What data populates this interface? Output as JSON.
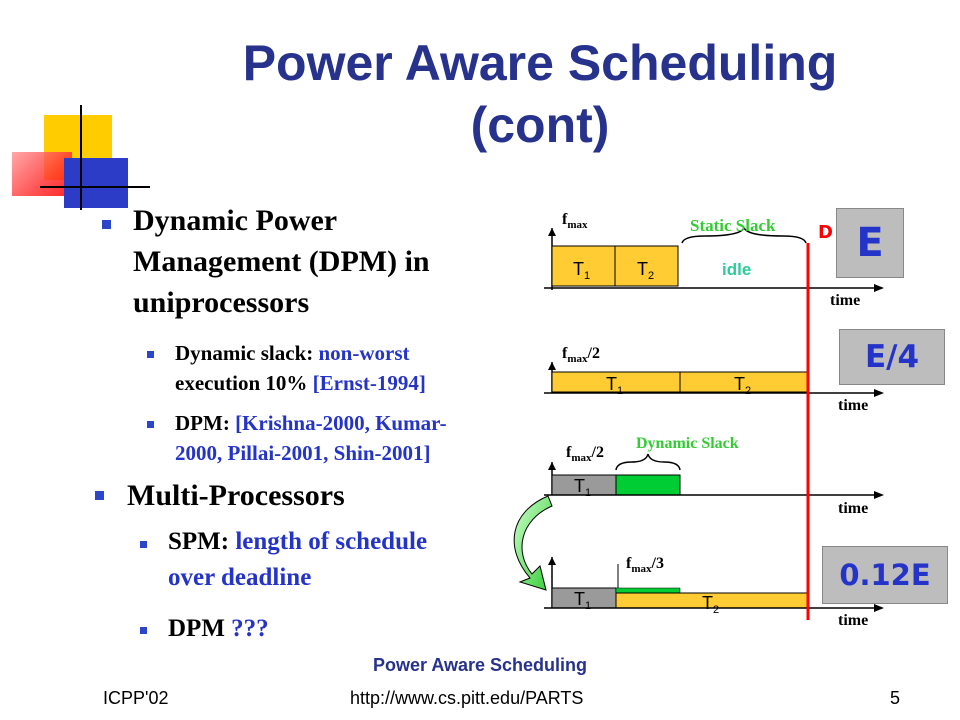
{
  "title": {
    "line1": "Power Aware Scheduling",
    "line2": "(cont)"
  },
  "bullets": {
    "dpm_line1": "Dynamic Power",
    "dpm_line2": "Management (DPM) in",
    "dpm_line3": "uniprocessors",
    "slack_label": "Dynamic slack:",
    "slack_value1": "non-worst",
    "slack_value2": "execution 10%",
    "slack_ref": "[Ernst-1994]",
    "dpm_refs_label": "DPM:",
    "dpm_refs1": "[Krishna-2000, Kumar-",
    "dpm_refs2": "2000, Pillai-2001, Shin-2001]",
    "multi": "Multi-Processors",
    "spm_label": "SPM:",
    "spm_value1": "length of schedule",
    "spm_value2": "over deadline",
    "dpm_q_label": "DPM",
    "dpm_q_value": "???"
  },
  "diagram": {
    "f_max": "f",
    "f_max_sub": "max",
    "f_half": "/2",
    "f_third": "/3",
    "time": "time",
    "static_slack": "Static Slack",
    "dynamic_slack": "Dynamic Slack",
    "idle": "idle",
    "deadline": "D",
    "t1": "T",
    "t2": "T",
    "sub1": "1",
    "sub2": "2",
    "energy": [
      "E",
      "E/4",
      "0.12E"
    ]
  },
  "colors": {
    "title": "#26328c",
    "task_fill": "#ffcc33",
    "slack_fill": "#00cc33",
    "deadline": "#ff0000",
    "slack_text": "#33cc33",
    "energy_blue": "#2433c8"
  },
  "footer": {
    "left": "ICPP'02",
    "center": "Power Aware Scheduling",
    "url": "http://www.cs.pitt.edu/PARTS",
    "page": "5"
  }
}
